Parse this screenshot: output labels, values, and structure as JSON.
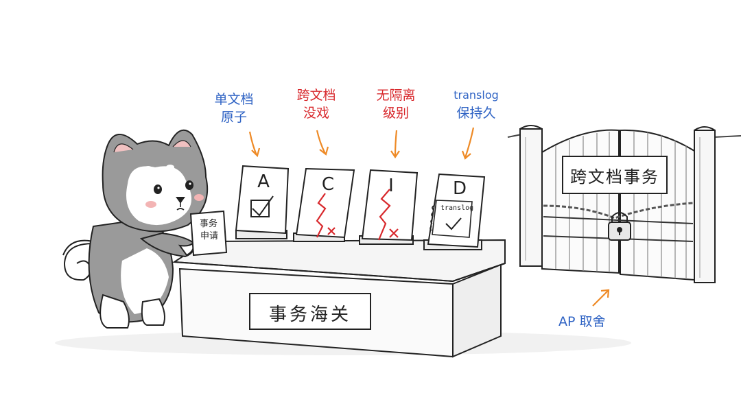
{
  "labels": {
    "a": {
      "line1": "单文档",
      "line2": "原子"
    },
    "c": {
      "line1": "跨文档",
      "line2": "没戏"
    },
    "i": {
      "line1": "无隔离",
      "line2": "级别"
    },
    "d": {
      "line1": "translog",
      "line2": "保持久"
    }
  },
  "cards": {
    "a": "A",
    "c": "C",
    "i": "I",
    "d": "D",
    "d_tag": "translog"
  },
  "counter_sign": "事务海关",
  "gate_sign": "跨文档事务",
  "paper": {
    "line1": "事务",
    "line2": "申请"
  },
  "ap_label": "AP 取舍",
  "colors": {
    "blue": "#2f63c4",
    "red": "#d8282c",
    "orange": "#ee8a26",
    "ink": "#222222",
    "dog_grey": "#8e8e8e"
  }
}
